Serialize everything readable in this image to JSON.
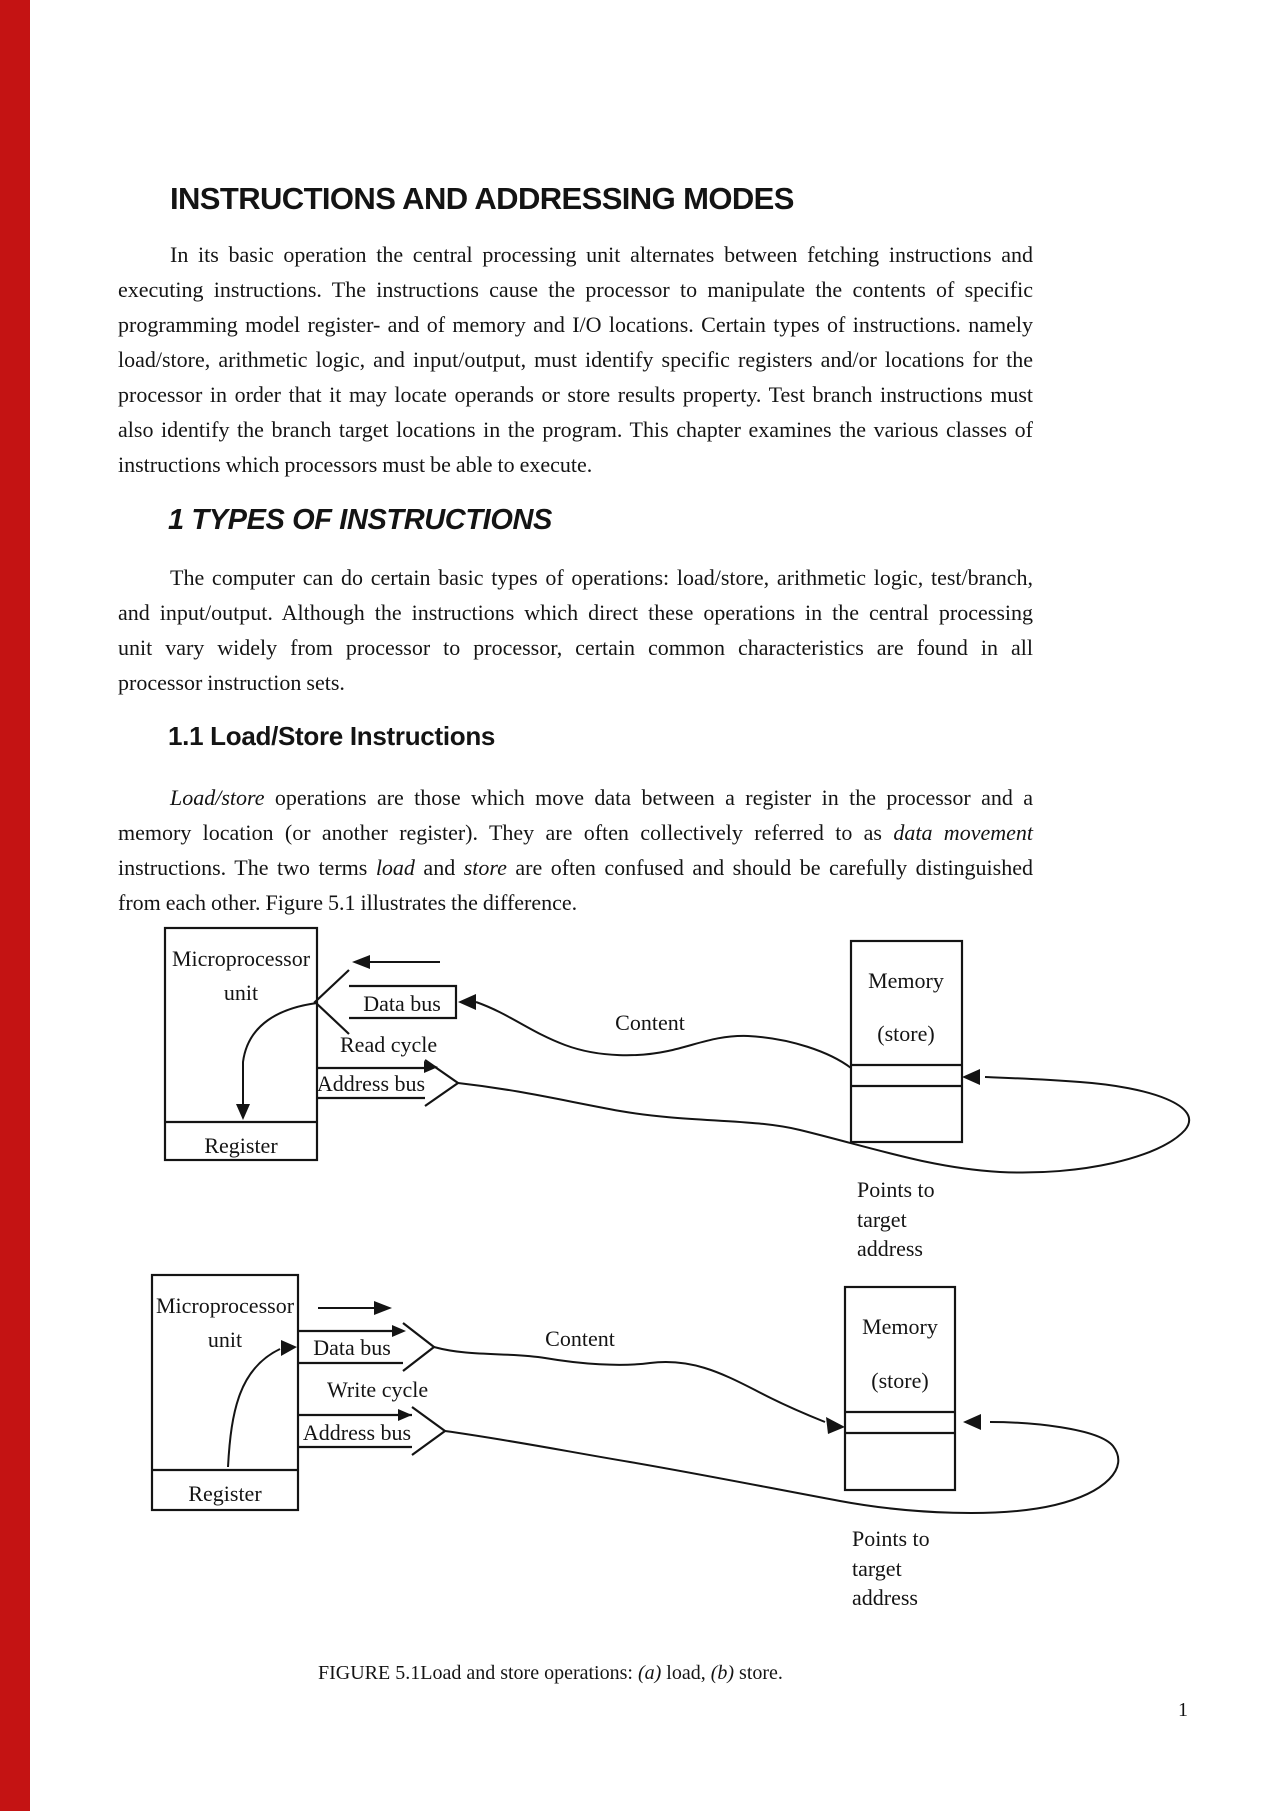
{
  "page": {
    "background": "#ffffff",
    "edge_stripe_color": "#c41313",
    "page_number": "1"
  },
  "heading": "INSTRUCTIONS AND ADDRESSING MODES",
  "section1_title": "1 TYPES OF INSTRUCTIONS",
  "section11_title": "1.1 Load/Store Instructions",
  "para1": {
    "lines": [
      "In its basic operation the central processing unit alternates between fetching instructions and",
      "executing instructions. The instructions cause the processor to manipulate the contents of specific",
      "programming model register- and of memory and I/O locations. Certain types of instructions. namely",
      "load/store, arithmetic logic, and input/output, must identify specific registers and/or locations for the",
      "processor in order that it may locate operands or store results property. Test branch instructions must",
      "also identify the branch target locations in the program. This chapter examines the various classes of",
      "instructions which processors must be able to execute."
    ]
  },
  "para2": {
    "lines": [
      "The computer can do certain basic types of operations: load/store, arithmetic logic, test/branch,",
      "and input/output. Although the instructions which direct these operations in the central processing",
      "unit vary widely from processor to processor, certain common characteristics are found in all",
      "processor instruction sets."
    ]
  },
  "para3": {
    "lines": [
      [
        [
          "i",
          "Load/store"
        ],
        [
          "r",
          " operations are those which move data between a register in the processor and a"
        ]
      ],
      [
        [
          "r",
          "memory location (or another register). They are often collectively referred to as "
        ],
        [
          "i",
          "data movement"
        ]
      ],
      [
        [
          "r",
          "instructions. The two terms "
        ],
        [
          "i",
          "load"
        ],
        [
          "r",
          " and "
        ],
        [
          "i",
          "store"
        ],
        [
          "r",
          " are often confused and should be carefully distinguished"
        ]
      ],
      [
        [
          "r",
          "from each other. Figure 5.1 illustrates the difference."
        ]
      ]
    ]
  },
  "figure": {
    "caption": [
      [
        "r",
        "FIGURE 5.1Load and store operations: "
      ],
      [
        "i",
        "(a)"
      ],
      [
        "r",
        " load, "
      ],
      [
        "i",
        "(b)"
      ],
      [
        "r",
        " store."
      ]
    ],
    "a": {
      "unit_line1": "Microprocessor",
      "unit_line2": "unit",
      "register": "Register",
      "data_bus": "Data bus",
      "cycle": "Read cycle",
      "address_bus": "Address bus",
      "content": "Content",
      "memory": "Memory",
      "store": "(store)",
      "points1": "Points to",
      "points2": "target",
      "points3": "address"
    },
    "b": {
      "unit_line1": "Microprocessor",
      "unit_line2": "unit",
      "register": "Register",
      "data_bus": "Data bus",
      "cycle": "Write cycle",
      "address_bus": "Address bus",
      "content": "Content",
      "memory": "Memory",
      "store": "(store)",
      "points1": "Points to",
      "points2": "target",
      "points3": "address"
    }
  }
}
